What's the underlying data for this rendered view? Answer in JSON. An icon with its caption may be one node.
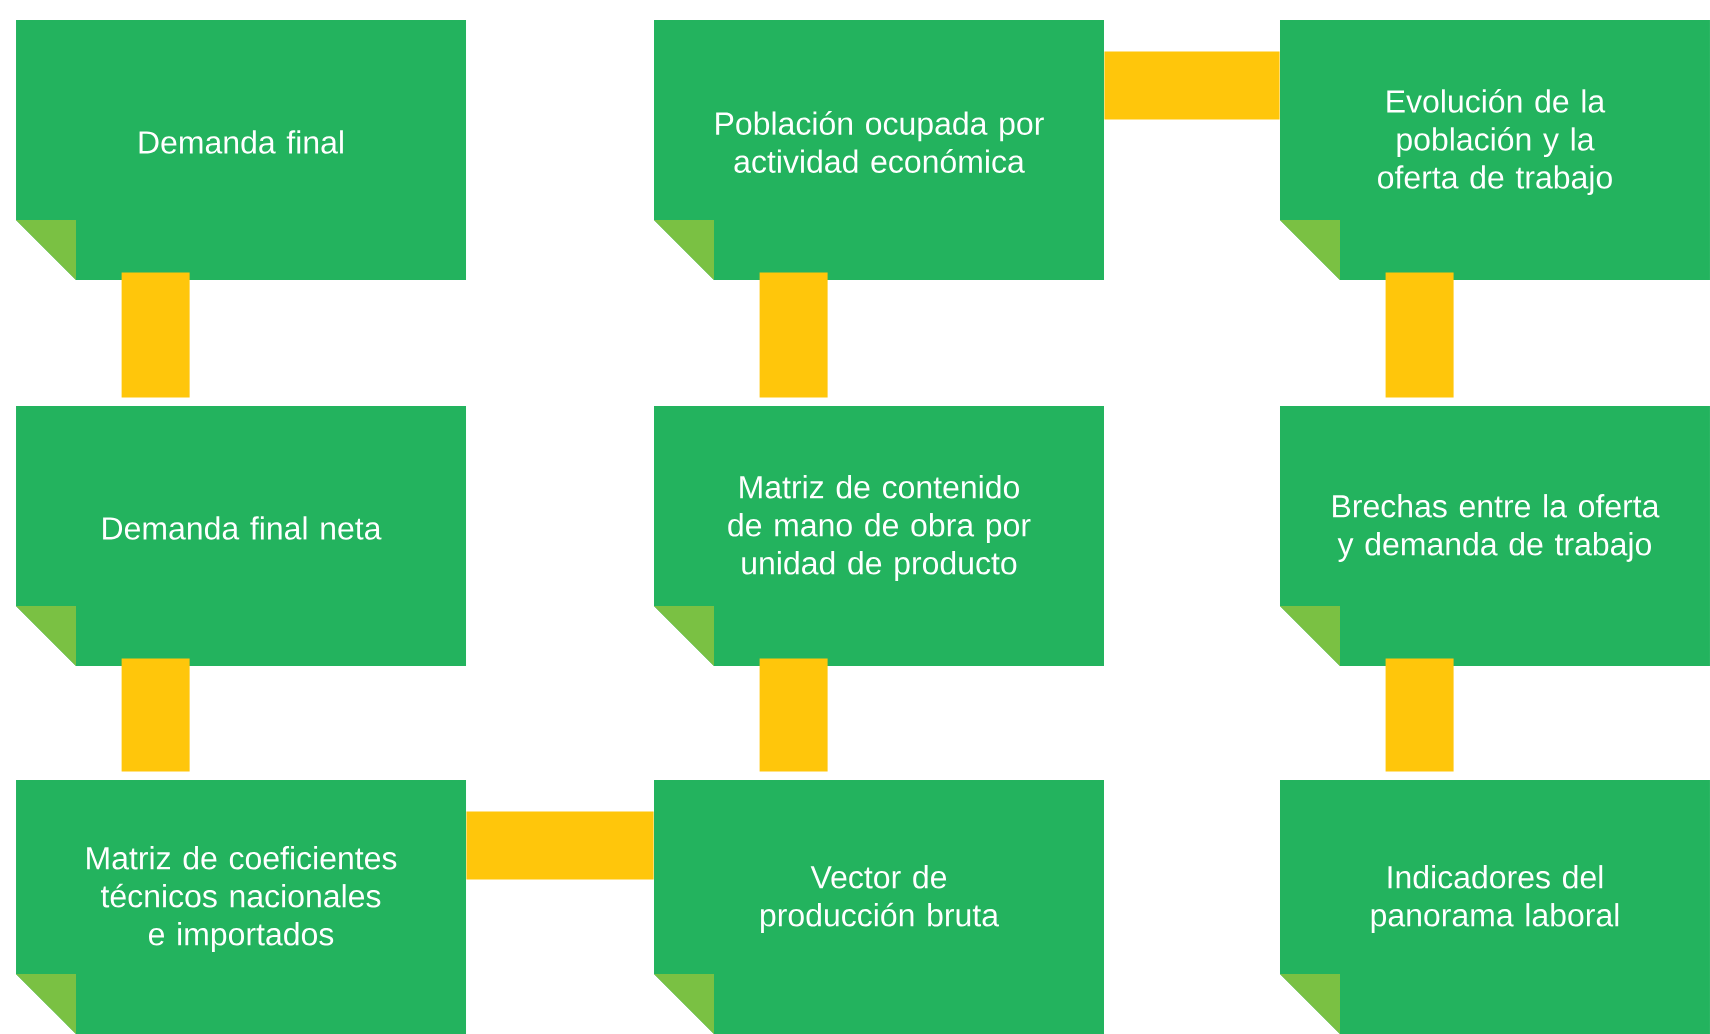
{
  "diagram": {
    "nodes": [
      {
        "text": [
          "Demanda final"
        ]
      },
      {
        "text": [
          "Población ocupada por actividad económica"
        ]
      },
      {
        "text": [
          "Evolución de la población y la oferta de trabajo"
        ]
      },
      {
        "text": [
          "Demanda final neta"
        ]
      },
      {
        "text": [
          "Matriz de contenido de mano de obra por unidad de producto"
        ]
      },
      {
        "text": [
          "Brechas entre la oferta y demanda de trabajo"
        ]
      },
      {
        "text": [
          "Matriz de coeficientes técnicos nacionales e importados"
        ]
      },
      {
        "text": [
          "Vector de producción bruta"
        ]
      },
      {
        "text": [
          "Indicadores del panorama laboral"
        ]
      }
    ],
    "edges": [
      {
        "from": 0,
        "to": 3,
        "arrow": "none"
      },
      {
        "from": 3,
        "to": 6,
        "arrow": "none"
      },
      {
        "from": 6,
        "to": 7,
        "arrow": "none"
      },
      {
        "from": 7,
        "to": 4,
        "arrow": "none"
      },
      {
        "from": 4,
        "to": 1,
        "arrow": "none"
      },
      {
        "from": 1,
        "to": 2,
        "arrow": "none"
      },
      {
        "from": 2,
        "to": 5,
        "arrow": "none"
      },
      {
        "from": 5,
        "to": 8,
        "arrow": "none"
      }
    ]
  }
}
